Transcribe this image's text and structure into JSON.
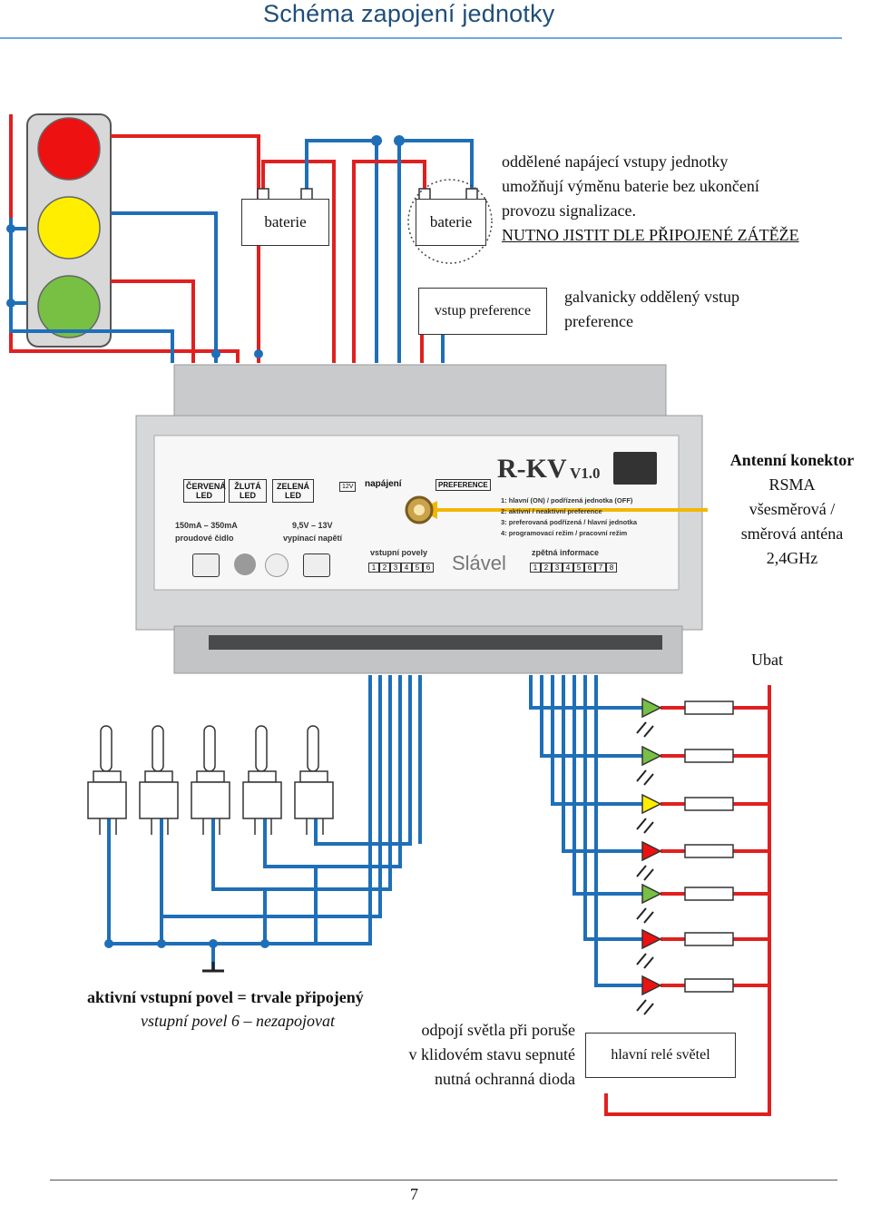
{
  "page": {
    "title": "Schéma zapojení jednotky",
    "page_number": "7"
  },
  "batteries": {
    "left_label": "baterie",
    "right_label": "baterie"
  },
  "power_note": {
    "line1": "oddělené napájecí vstupy jednotky",
    "line2": "umožňují výměnu baterie bez ukončení",
    "line3": "provozu signalizace.",
    "line4": "NUTNO JISTIT DLE PŘIPOJENÉ ZÁTĚŽE"
  },
  "preference": {
    "box_label": "vstup preference",
    "note_line1": "galvanicky oddělený vstup",
    "note_line2": "preference"
  },
  "antenna": {
    "line1": "Antenní konektor",
    "line2": "RSMA",
    "line3": "všesměrová /",
    "line4": "směrová anténa",
    "line5": "2,4GHz"
  },
  "ubat_label": "Ubat",
  "inputs_note": {
    "line1": "aktivní vstupní povel = trvale připojený",
    "line2": "vstupní povel 6 – nezapojovat"
  },
  "relay_note": {
    "line1": "odpojí světla při poruše",
    "line2": "v klidovém stavu sepnuté",
    "line3": "nutná ochranná dioda"
  },
  "relay_box_label": "hlavní relé světel",
  "device": {
    "model": "R-KV",
    "version": "V1.0",
    "brand": "Slável",
    "label_cervena": "ČERVENÁ",
    "label_zluta": "ŽLUTÁ",
    "label_zelena": "ZELENÁ",
    "label_led": "LED",
    "label_napajeni": "napájení",
    "label_12v": "12V",
    "label_preference": "PREFERENCE",
    "current_range": "150mA – 350mA",
    "current_label": "proudové čidlo",
    "voltage_range": "9,5V – 13V",
    "voltage_label": "vypínací napětí",
    "inputs_label": "vstupní povely",
    "feedback_label": "zpětná informace",
    "mode1": "1: hlavní (ON) / podřízená jednotka (OFF)",
    "mode2": "2: aktivní / neaktivní preference",
    "mode3": "3: preferovaná podřízená / hlavní jednotka",
    "mode4": "4: programovací režim / pracovní režim",
    "input_numbers": [
      "1",
      "2",
      "3",
      "4",
      "5",
      "6"
    ],
    "feedback_numbers": [
      "1",
      "2",
      "3",
      "4",
      "5",
      "6",
      "7",
      "8"
    ]
  },
  "colors": {
    "wire_red": "#e02020",
    "wire_blue": "#1f6fb8",
    "lamp_red": "#ee1111",
    "lamp_yellow": "#ffee00",
    "lamp_green": "#77c043",
    "antenna_arrow": "#f2b705",
    "title": "#1f4e79"
  }
}
